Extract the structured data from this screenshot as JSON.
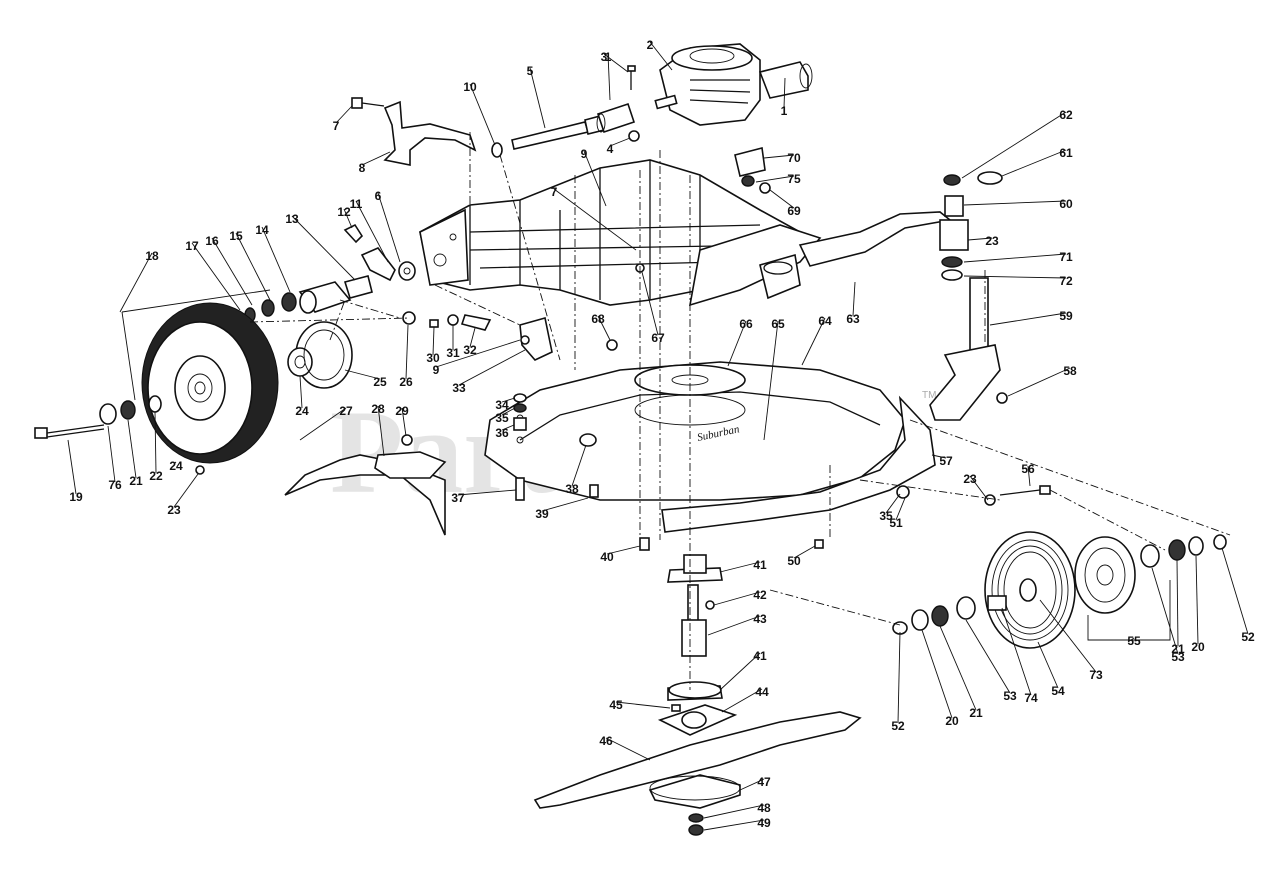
{
  "watermark": {
    "text": "PartsTree",
    "tm": "TM"
  },
  "deck_script": "Suburban",
  "callouts": [
    "1",
    "1",
    "2",
    "3",
    "4",
    "5",
    "6",
    "7",
    "7",
    "8",
    "9",
    "9",
    "10",
    "11",
    "12",
    "13",
    "14",
    "15",
    "16",
    "17",
    "18",
    "19",
    "20",
    "20",
    "21",
    "21",
    "21",
    "22",
    "23",
    "23",
    "23",
    "24",
    "24",
    "25",
    "26",
    "27",
    "28",
    "29",
    "30",
    "31",
    "32",
    "33",
    "34",
    "35",
    "35",
    "36",
    "37",
    "38",
    "39",
    "40",
    "41",
    "41",
    "42",
    "43",
    "44",
    "45",
    "46",
    "47",
    "48",
    "49",
    "50",
    "51",
    "52",
    "52",
    "53",
    "53",
    "54",
    "55",
    "56",
    "57",
    "58",
    "59",
    "60",
    "61",
    "62",
    "63",
    "64",
    "65",
    "66",
    "67",
    "68",
    "69",
    "70",
    "71",
    "72",
    "73",
    "74",
    "75",
    "76"
  ]
}
